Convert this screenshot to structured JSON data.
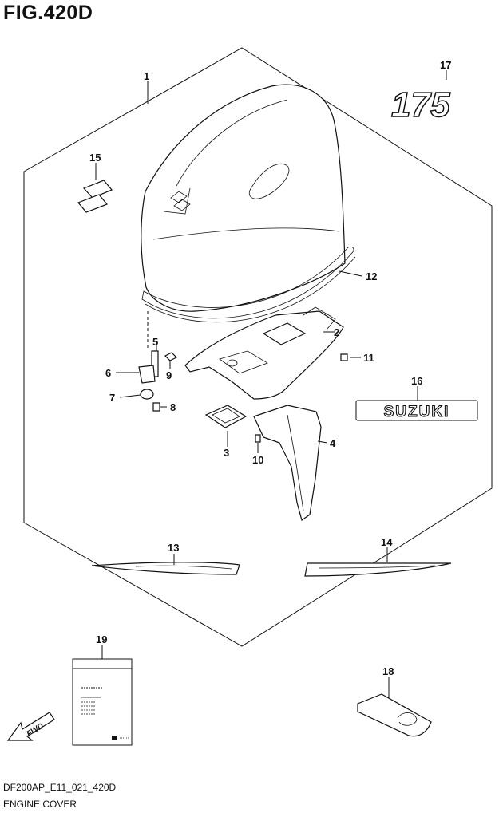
{
  "figure": {
    "title": "FIG.420D",
    "drawing_code": "DF200AP_E11_021_420D",
    "caption": "ENGINE COVER"
  },
  "callouts": [
    "1",
    "2",
    "3",
    "4",
    "5",
    "6",
    "7",
    "8",
    "9",
    "10",
    "11",
    "12",
    "13",
    "14",
    "15",
    "16",
    "17",
    "18",
    "19"
  ],
  "decals": {
    "model_number": "175",
    "brand": "SUZUKI",
    "direction": "FWD"
  }
}
